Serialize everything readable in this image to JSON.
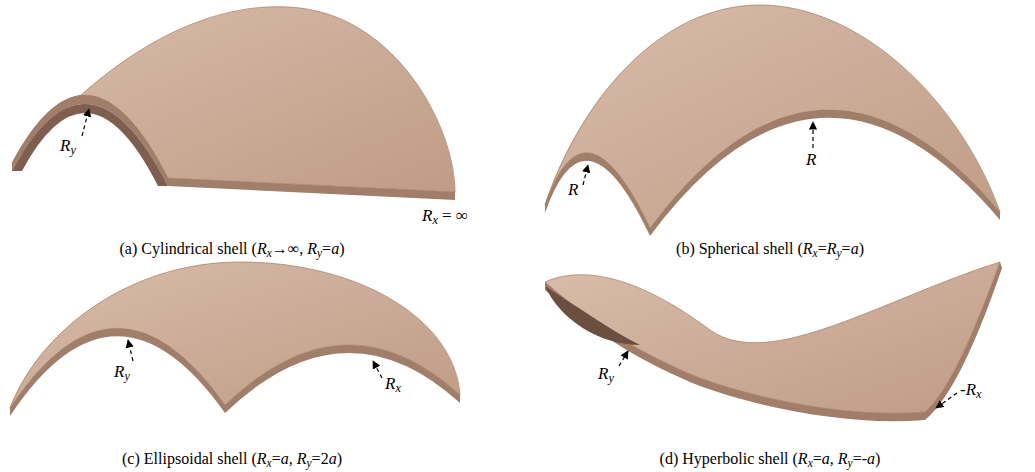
{
  "diagram": {
    "labels": [
      "Ry",
      "Rx = ∞",
      "(a) Cylindrical shell (Rx→∞, Ry=a)",
      "R",
      "R",
      "(b) Spherical shell (Rx=Ry=a)",
      "Ry",
      "Rx",
      "(c) Ellipsoidal shell (Rx=a, Ry=2a)",
      "Ry",
      "-Rx",
      "(d) Hyperbolic shell (Rx=a, Ry=-a)"
    ]
  }
}
